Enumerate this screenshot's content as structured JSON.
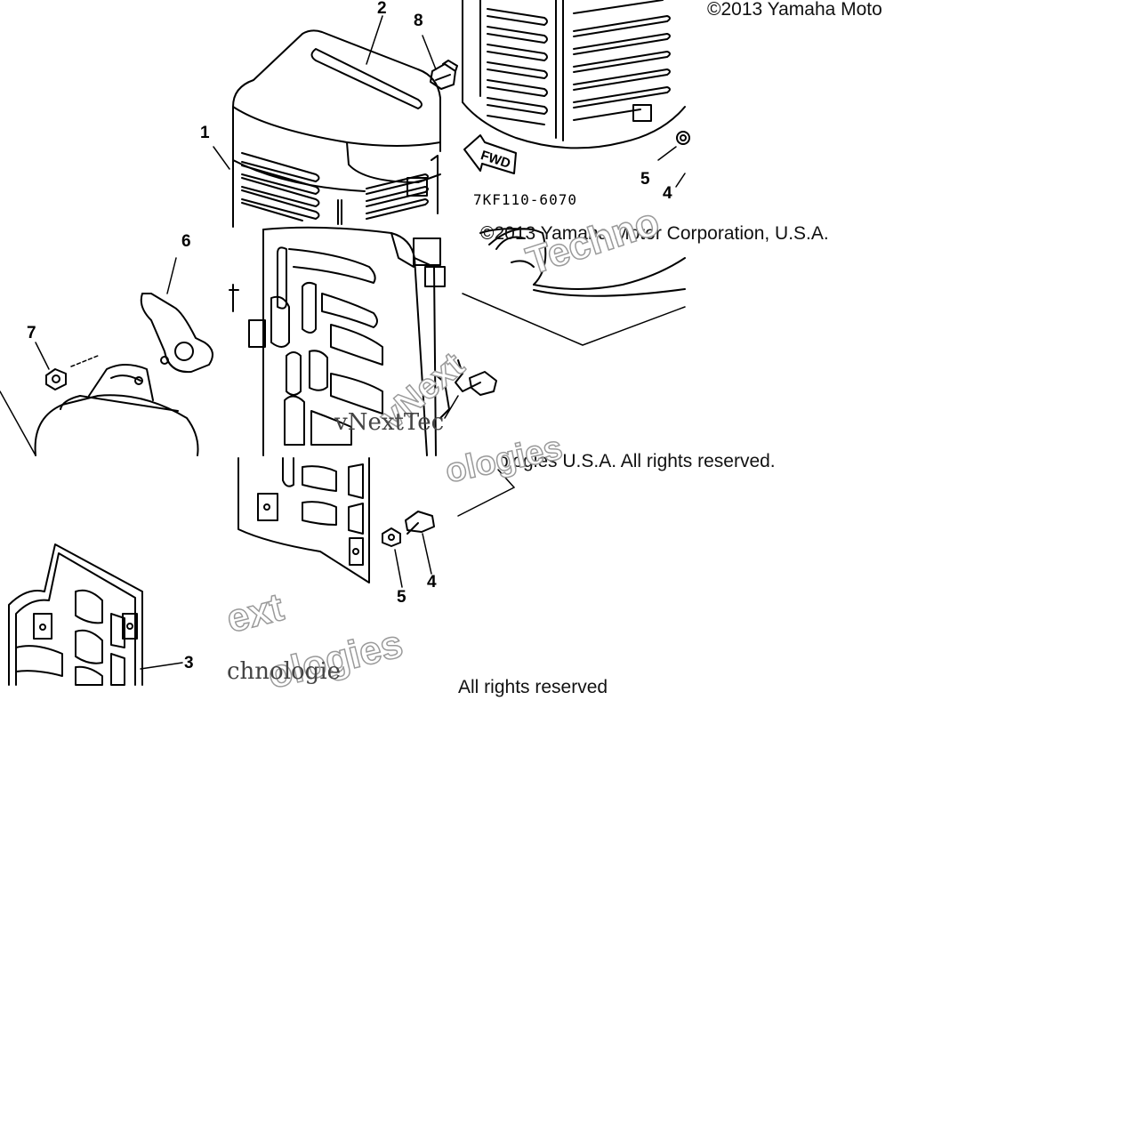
{
  "callouts": {
    "c1": "1",
    "c2": "2",
    "c3": "3",
    "c4a": "4",
    "c4b": "4",
    "c5a": "5",
    "c5b": "5",
    "c6": "6",
    "c7": "7",
    "c8": "8"
  },
  "part_code": "7KF110-6070",
  "fwd_label": "FWD",
  "copyright": {
    "line_top": "©2013 Yamaha Moto",
    "line_mid": "©2013 Yamaha Motor Corporation, U.S.A.",
    "line_rights_1": "ologies U.S.A. All rights reserved.",
    "line_rights_2": "All rights reserved"
  },
  "watermarks": {
    "w1": "Techno",
    "w2": "vNext",
    "w3": "vNextTec",
    "w4": "ologies",
    "w5": "ext",
    "w6": "ologies",
    "w7": "chnologie"
  },
  "colors": {
    "line": "#000000",
    "watermark_outline": "#9a9a9a",
    "background": "#ffffff"
  }
}
